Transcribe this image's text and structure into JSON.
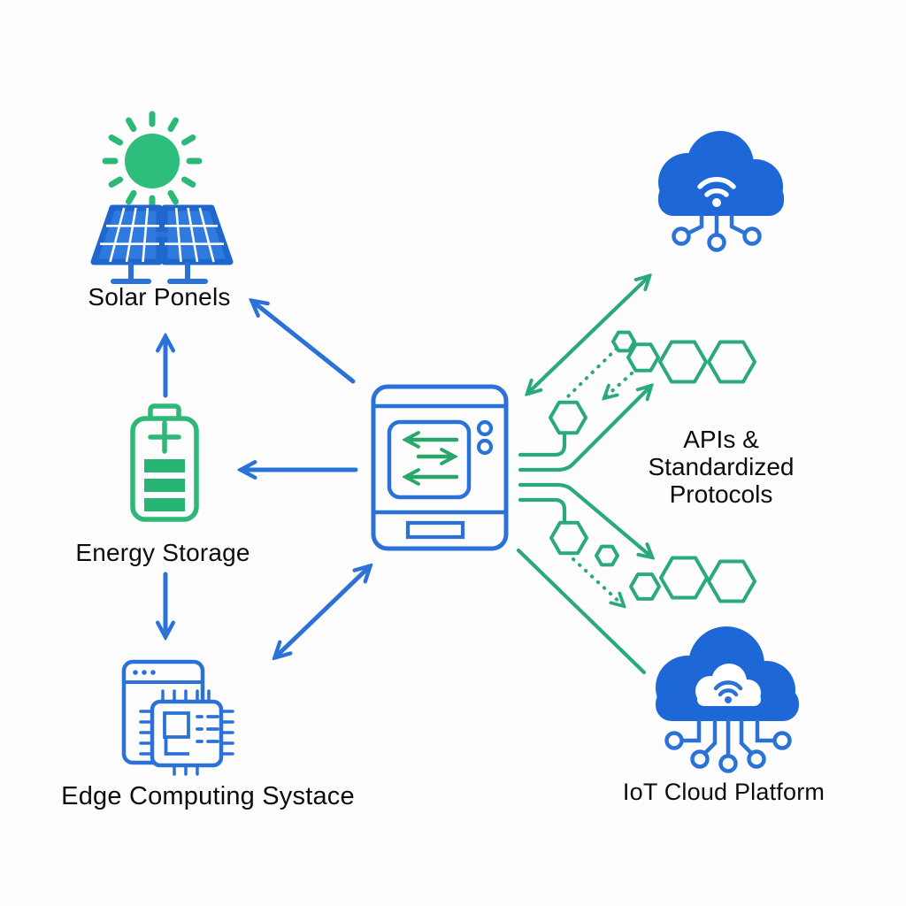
{
  "diagram": {
    "type": "architecture-diagram",
    "topic": "Edge energy gateway connecting renewable sources to IoT clouds",
    "nodes": {
      "solar": {
        "label": "Solar Ponels",
        "icons": [
          "sun-icon",
          "solar-panels-icon"
        ]
      },
      "storage": {
        "label": "Energy Storage",
        "icons": [
          "battery-icon"
        ]
      },
      "edge": {
        "label": "Edge Computing Systace",
        "icons": [
          "browser-chip-icon"
        ]
      },
      "gateway": {
        "icons": [
          "gateway-data-exchange-icon"
        ]
      },
      "cloud_network": {
        "icons": [
          "cloud-wifi-nodes-icon"
        ]
      },
      "apis": {
        "label_lines": [
          "APIs &",
          "Standardized",
          "Protocols"
        ],
        "icons": [
          "hexagon-protocol-icons"
        ]
      },
      "iot_cloud": {
        "label": "IoT Cloud Platform",
        "icons": [
          "iot-cloud-wifi-circuit-icon"
        ]
      }
    },
    "connections": [
      {
        "from": "energy-storage",
        "to": "solar-panels",
        "color": "blue",
        "style": "solid",
        "arrows": "single"
      },
      {
        "from": "gateway",
        "to": "solar-panels",
        "color": "blue",
        "style": "solid",
        "arrows": "single"
      },
      {
        "from": "gateway",
        "to": "energy-storage",
        "color": "blue",
        "style": "solid",
        "arrows": "single"
      },
      {
        "from": "energy-storage",
        "to": "edge-computing",
        "color": "blue",
        "style": "solid",
        "arrows": "single"
      },
      {
        "from": "gateway",
        "to": "edge-computing",
        "color": "blue",
        "style": "solid",
        "arrows": "double"
      },
      {
        "from": "gateway",
        "to": "cloud-network",
        "color": "green",
        "style": "solid",
        "arrows": "double"
      },
      {
        "from": "gateway",
        "to": "apis-protocols",
        "color": "green",
        "style": "trace",
        "arrows": "single"
      },
      {
        "from": "gateway",
        "to": "iot-cloud",
        "color": "green",
        "style": "trace",
        "arrows": "single"
      },
      {
        "from": "gateway",
        "to": "iot-cloud",
        "color": "green",
        "style": "plain-line",
        "arrows": "none"
      },
      {
        "from": "gateway",
        "to": "hexagon-top",
        "color": "green",
        "style": "trace",
        "arrows": "none"
      },
      {
        "from": "gateway",
        "to": "hexagon-bottom",
        "color": "green",
        "style": "trace",
        "arrows": "none"
      },
      {
        "from": "hexagon-cluster-top",
        "to": "gateway-side",
        "color": "green",
        "style": "dotted",
        "arrows": "single"
      },
      {
        "from": "hexagon-cluster-top",
        "to": "hexagon-top",
        "color": "green",
        "style": "dotted",
        "arrows": "none"
      },
      {
        "from": "hexagon-cluster-bottom",
        "to": "iot-cloud",
        "color": "green",
        "style": "dotted",
        "arrows": "single"
      }
    ],
    "colors": {
      "blue_stroke": "#2b72d8",
      "blue_fill": "#1e67d6",
      "panel_cell_blue": "#2f7ade",
      "green": "#2db878",
      "screen_arrow_green": "#27a869",
      "teal": "#2aa87e",
      "text": "#0c0c0c",
      "background": "#fdfdfe"
    }
  }
}
